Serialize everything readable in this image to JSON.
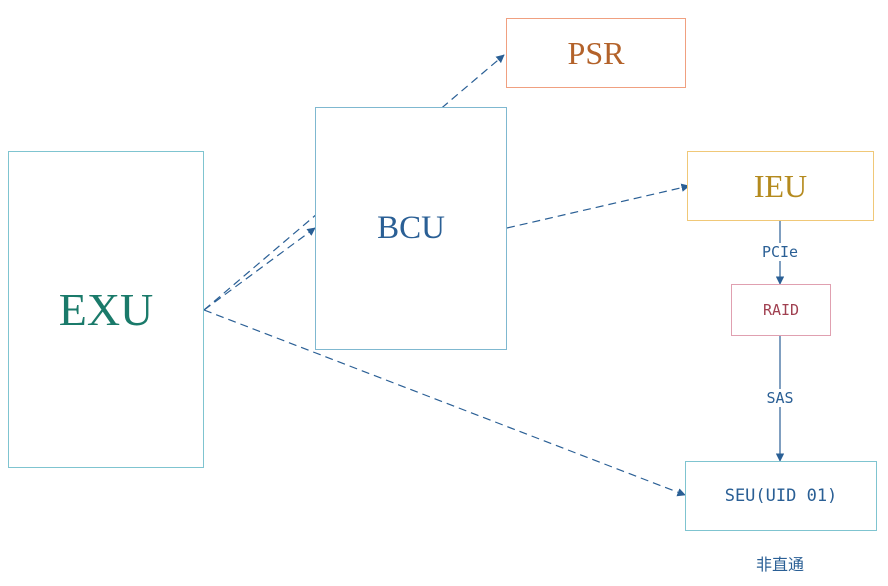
{
  "diagram": {
    "nodes": {
      "exu": "EXU",
      "bcu": "BCU",
      "psr": "PSR",
      "ieu": "IEU",
      "raid": "RAID",
      "seu": "SEU(UID 01)"
    },
    "edge_labels": {
      "pcie": "PCIe",
      "sas": "SAS"
    },
    "note": "非直通",
    "edges": [
      {
        "from": "EXU",
        "to": "PSR",
        "style": "dashed"
      },
      {
        "from": "EXU",
        "to": "BCU",
        "style": "dashed"
      },
      {
        "from": "EXU",
        "to": "SEU(UID 01)",
        "style": "dashed"
      },
      {
        "from": "BCU",
        "to": "IEU",
        "style": "dashed"
      },
      {
        "from": "IEU",
        "to": "RAID",
        "style": "solid",
        "label": "PCIe"
      },
      {
        "from": "RAID",
        "to": "SEU(UID 01)",
        "style": "solid",
        "label": "SAS"
      }
    ],
    "colors": {
      "arrow": "#2a5f95",
      "exu_text": "#1a7a6a",
      "psr_border": "#f0a080",
      "ieu_border": "#f0c878",
      "raid_border": "#e0a0b0"
    }
  }
}
